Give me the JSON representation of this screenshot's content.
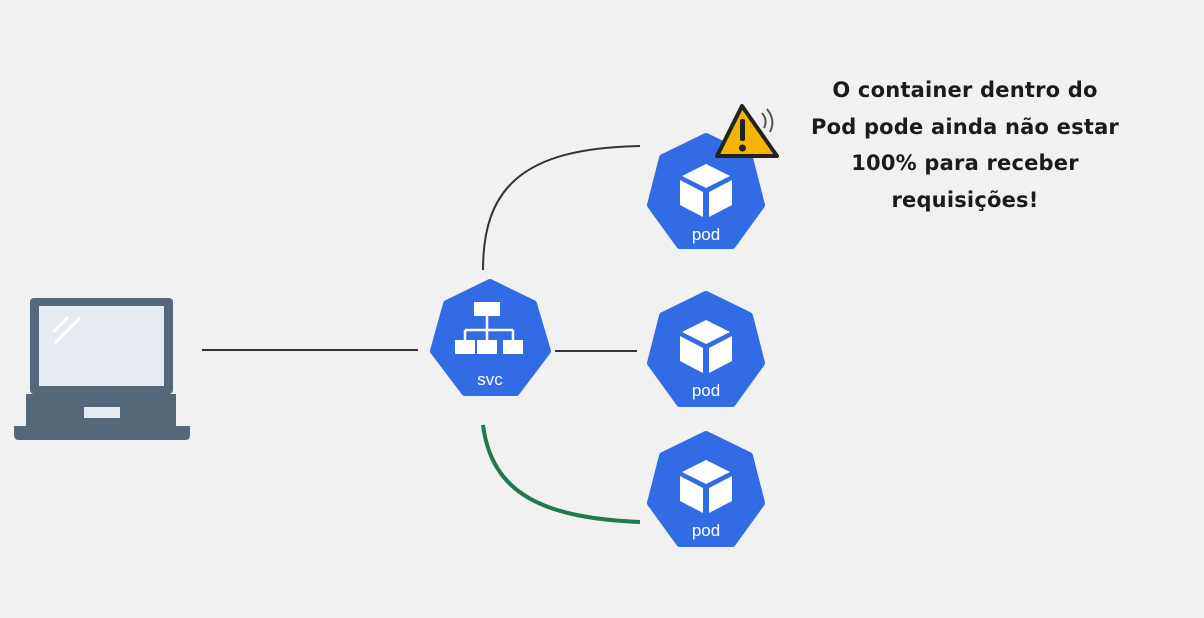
{
  "colors": {
    "background": "#f1f1f1",
    "k8s_blue": "#326ce5",
    "connector": "#333333",
    "highlight_connector": "#1f7a4d",
    "laptop_body": "#56677a",
    "laptop_screen": "#e6ebf1",
    "warning_fill": "#f4b400"
  },
  "icons": {
    "client": "laptop-icon",
    "service": "network-hierarchy-icon",
    "pod": "cube-icon",
    "warning": "warning-triangle-icon"
  },
  "service": {
    "label": "svc"
  },
  "pods": [
    {
      "label": "pod"
    },
    {
      "label": "pod"
    },
    {
      "label": "pod"
    }
  ],
  "callout": {
    "lines": [
      "O container dentro do",
      "Pod pode ainda não estar",
      "100% para receber",
      "requisições!"
    ]
  }
}
